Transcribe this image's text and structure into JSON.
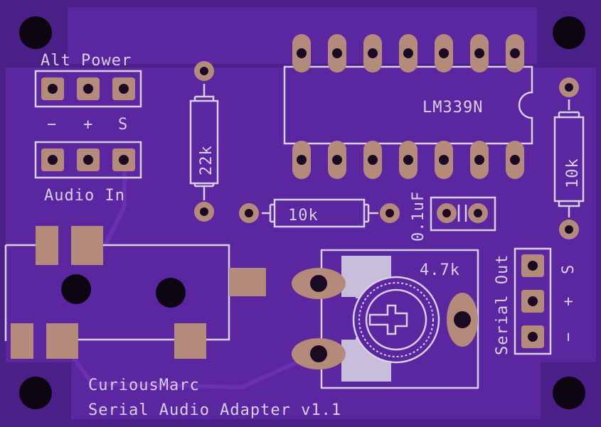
{
  "board": {
    "colors": {
      "board": "#4f2290",
      "copper_fill": "#5c28a4",
      "trace": "#6a2fb3",
      "silkscreen": "#d9cfe6",
      "pad": "#b48a7a",
      "hole": "#1a0a24"
    }
  },
  "labels": {
    "alt_power": "Alt Power",
    "power_minus": "−",
    "power_plus": "+",
    "power_s": "S",
    "audio_in": "Audio In",
    "r1": "22k",
    "r2": "10k",
    "r3": "10k",
    "cap": "0.1uF",
    "ic": "LM339N",
    "pot": "4.7k",
    "serial_out": "Serial Out",
    "serial_s": "S",
    "serial_plus": "+",
    "serial_minus": "−",
    "credit": "CuriousMarc",
    "title": "Serial Audio Adapter v1.1"
  }
}
